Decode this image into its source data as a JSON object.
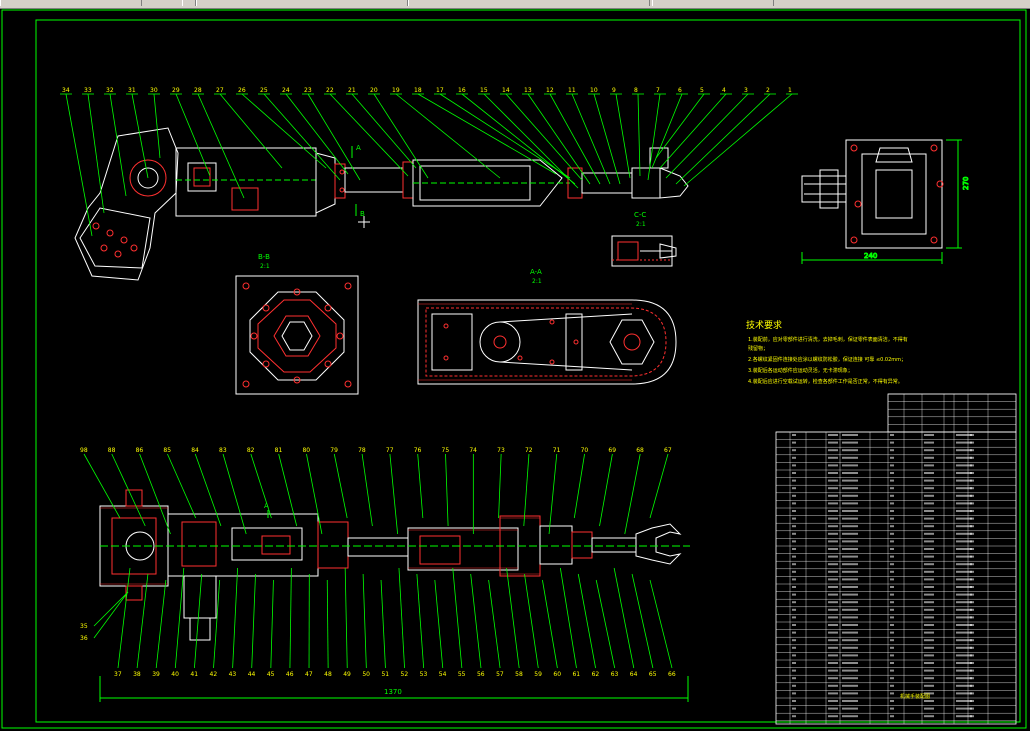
{
  "colors": {
    "background": "#000000",
    "frame": "#00ff00",
    "outline": "#ffffff",
    "leader": "#00ff00",
    "hatch": "#ff3030",
    "hole": "#ff3030",
    "dimension": "#00ff00",
    "text": "#00ff00",
    "annotation": "#ffff00"
  },
  "icons": {
    "top_toolbar": "toolbar-strip",
    "cursor": "crosshair-icon"
  },
  "upper_balloons": [
    "34",
    "33",
    "32",
    "31",
    "30",
    "29",
    "28",
    "27",
    "26",
    "25",
    "24",
    "23",
    "22",
    "21",
    "20",
    "19",
    "18",
    "17",
    "16",
    "15",
    "14",
    "13",
    "12",
    "11",
    "10",
    "9",
    "8",
    "7",
    "6",
    "5",
    "4",
    "3",
    "2",
    "1"
  ],
  "lower_top_balloons": [
    "98",
    "88",
    "86",
    "85",
    "84",
    "83",
    "82",
    "81",
    "80",
    "79",
    "78",
    "77",
    "76",
    "75",
    "74",
    "73",
    "72",
    "71",
    "70",
    "69",
    "68",
    "67"
  ],
  "lower_bottom_balloons": [
    "37",
    "38",
    "39",
    "40",
    "41",
    "42",
    "43",
    "44",
    "45",
    "46",
    "47",
    "48",
    "49",
    "50",
    "51",
    "52",
    "53",
    "54",
    "55",
    "56",
    "57",
    "58",
    "59",
    "60",
    "61",
    "62",
    "63",
    "64",
    "65",
    "66"
  ],
  "lower_left_balloons": [
    "35",
    "36"
  ],
  "sections": {
    "bb": {
      "label": "B-B",
      "scale": "2:1"
    },
    "aa": {
      "label": "A-A",
      "scale": "2:1"
    },
    "cc": {
      "label": "C-C",
      "scale": "2:1"
    }
  },
  "dimensions": {
    "overall_length": "1370",
    "side_width": "240",
    "side_height": "270"
  },
  "section_marks": {
    "a_mark": "A",
    "b_mark": "B"
  },
  "tech_requirements": {
    "title": "技术要求",
    "lines": [
      "1.装配前，应对零部件进行清洗，去掉毛刺，保证零件表面清洁，不得有",
      "残留物；",
      "2.各螺纹紧固件连接处应涂以螺纹防松胶，保证连接 可靠 ≤0.02mm；",
      "3.装配后各运动部件应运动灵活，无卡滞现象；",
      "4.装配后应进行空载试运转，检查各部件工作是否正常，不得有异常。"
    ]
  },
  "title_block": {
    "caption": "机械手装配图"
  }
}
